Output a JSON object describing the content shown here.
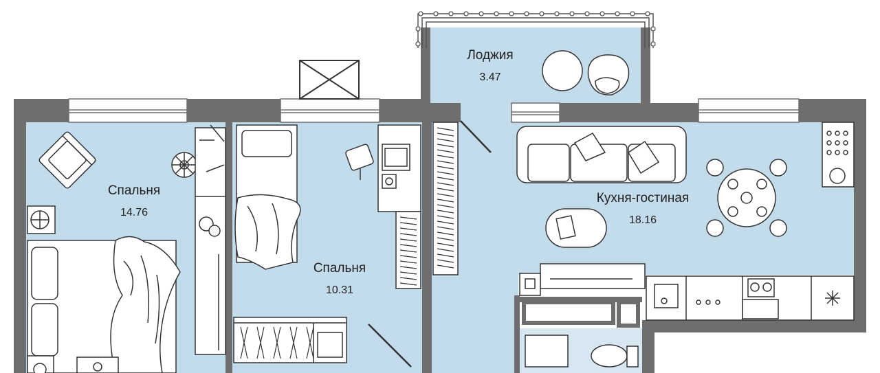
{
  "colors": {
    "floor": "#c3dceb",
    "wall": "#6e6e6e",
    "line": "#3a3a3a",
    "furniture": "#ffffff",
    "tile": "#d6e7f2"
  },
  "rooms": {
    "loggia": {
      "name": "Лоджия",
      "area": "3.47"
    },
    "bedroom_left": {
      "name": "Спальня",
      "area": "14.76"
    },
    "bedroom_mid": {
      "name": "Спальня",
      "area": "10.31"
    },
    "kitchen_living": {
      "name": "Кухня-гостиная",
      "area": "18.16"
    }
  }
}
